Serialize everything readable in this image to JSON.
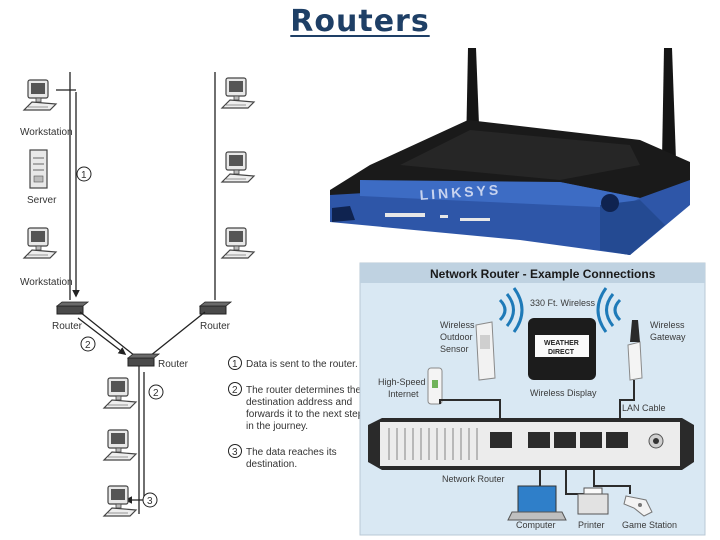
{
  "title": "Routers",
  "left_diagram": {
    "labels": {
      "workstation_top": "Workstation",
      "server": "Server",
      "workstation_mid": "Workstation",
      "router_left": "Router",
      "router_right": "Router",
      "router_center": "Router"
    },
    "markers": [
      "1",
      "2",
      "2",
      "3"
    ],
    "legend": [
      {
        "num": "1",
        "lines": [
          "Data is sent to the router."
        ]
      },
      {
        "num": "2",
        "lines": [
          "The router determines the",
          "destination address and",
          "forwards it to the next step",
          "in the journey."
        ]
      },
      {
        "num": "3",
        "lines": [
          "The data reaches its",
          "destination."
        ]
      }
    ]
  },
  "router_photo": {
    "brand": "LINKSYS"
  },
  "connections_diagram": {
    "header": "Network Router - Example Connections",
    "labels": {
      "freq": "330 Ft. Wireless",
      "outdoor_sensor": [
        "Wireless",
        "Outdoor",
        "Sensor"
      ],
      "gateway": [
        "Wireless",
        "Gateway"
      ],
      "internet": [
        "High-Speed",
        "Internet"
      ],
      "display": "Wireless Display",
      "display_brand": [
        "WEATHER",
        "DIRECT"
      ],
      "lan": "LAN Cable",
      "network_router": "Network Router",
      "computer": "Computer",
      "printer": "Printer",
      "game": "Game Station"
    }
  }
}
